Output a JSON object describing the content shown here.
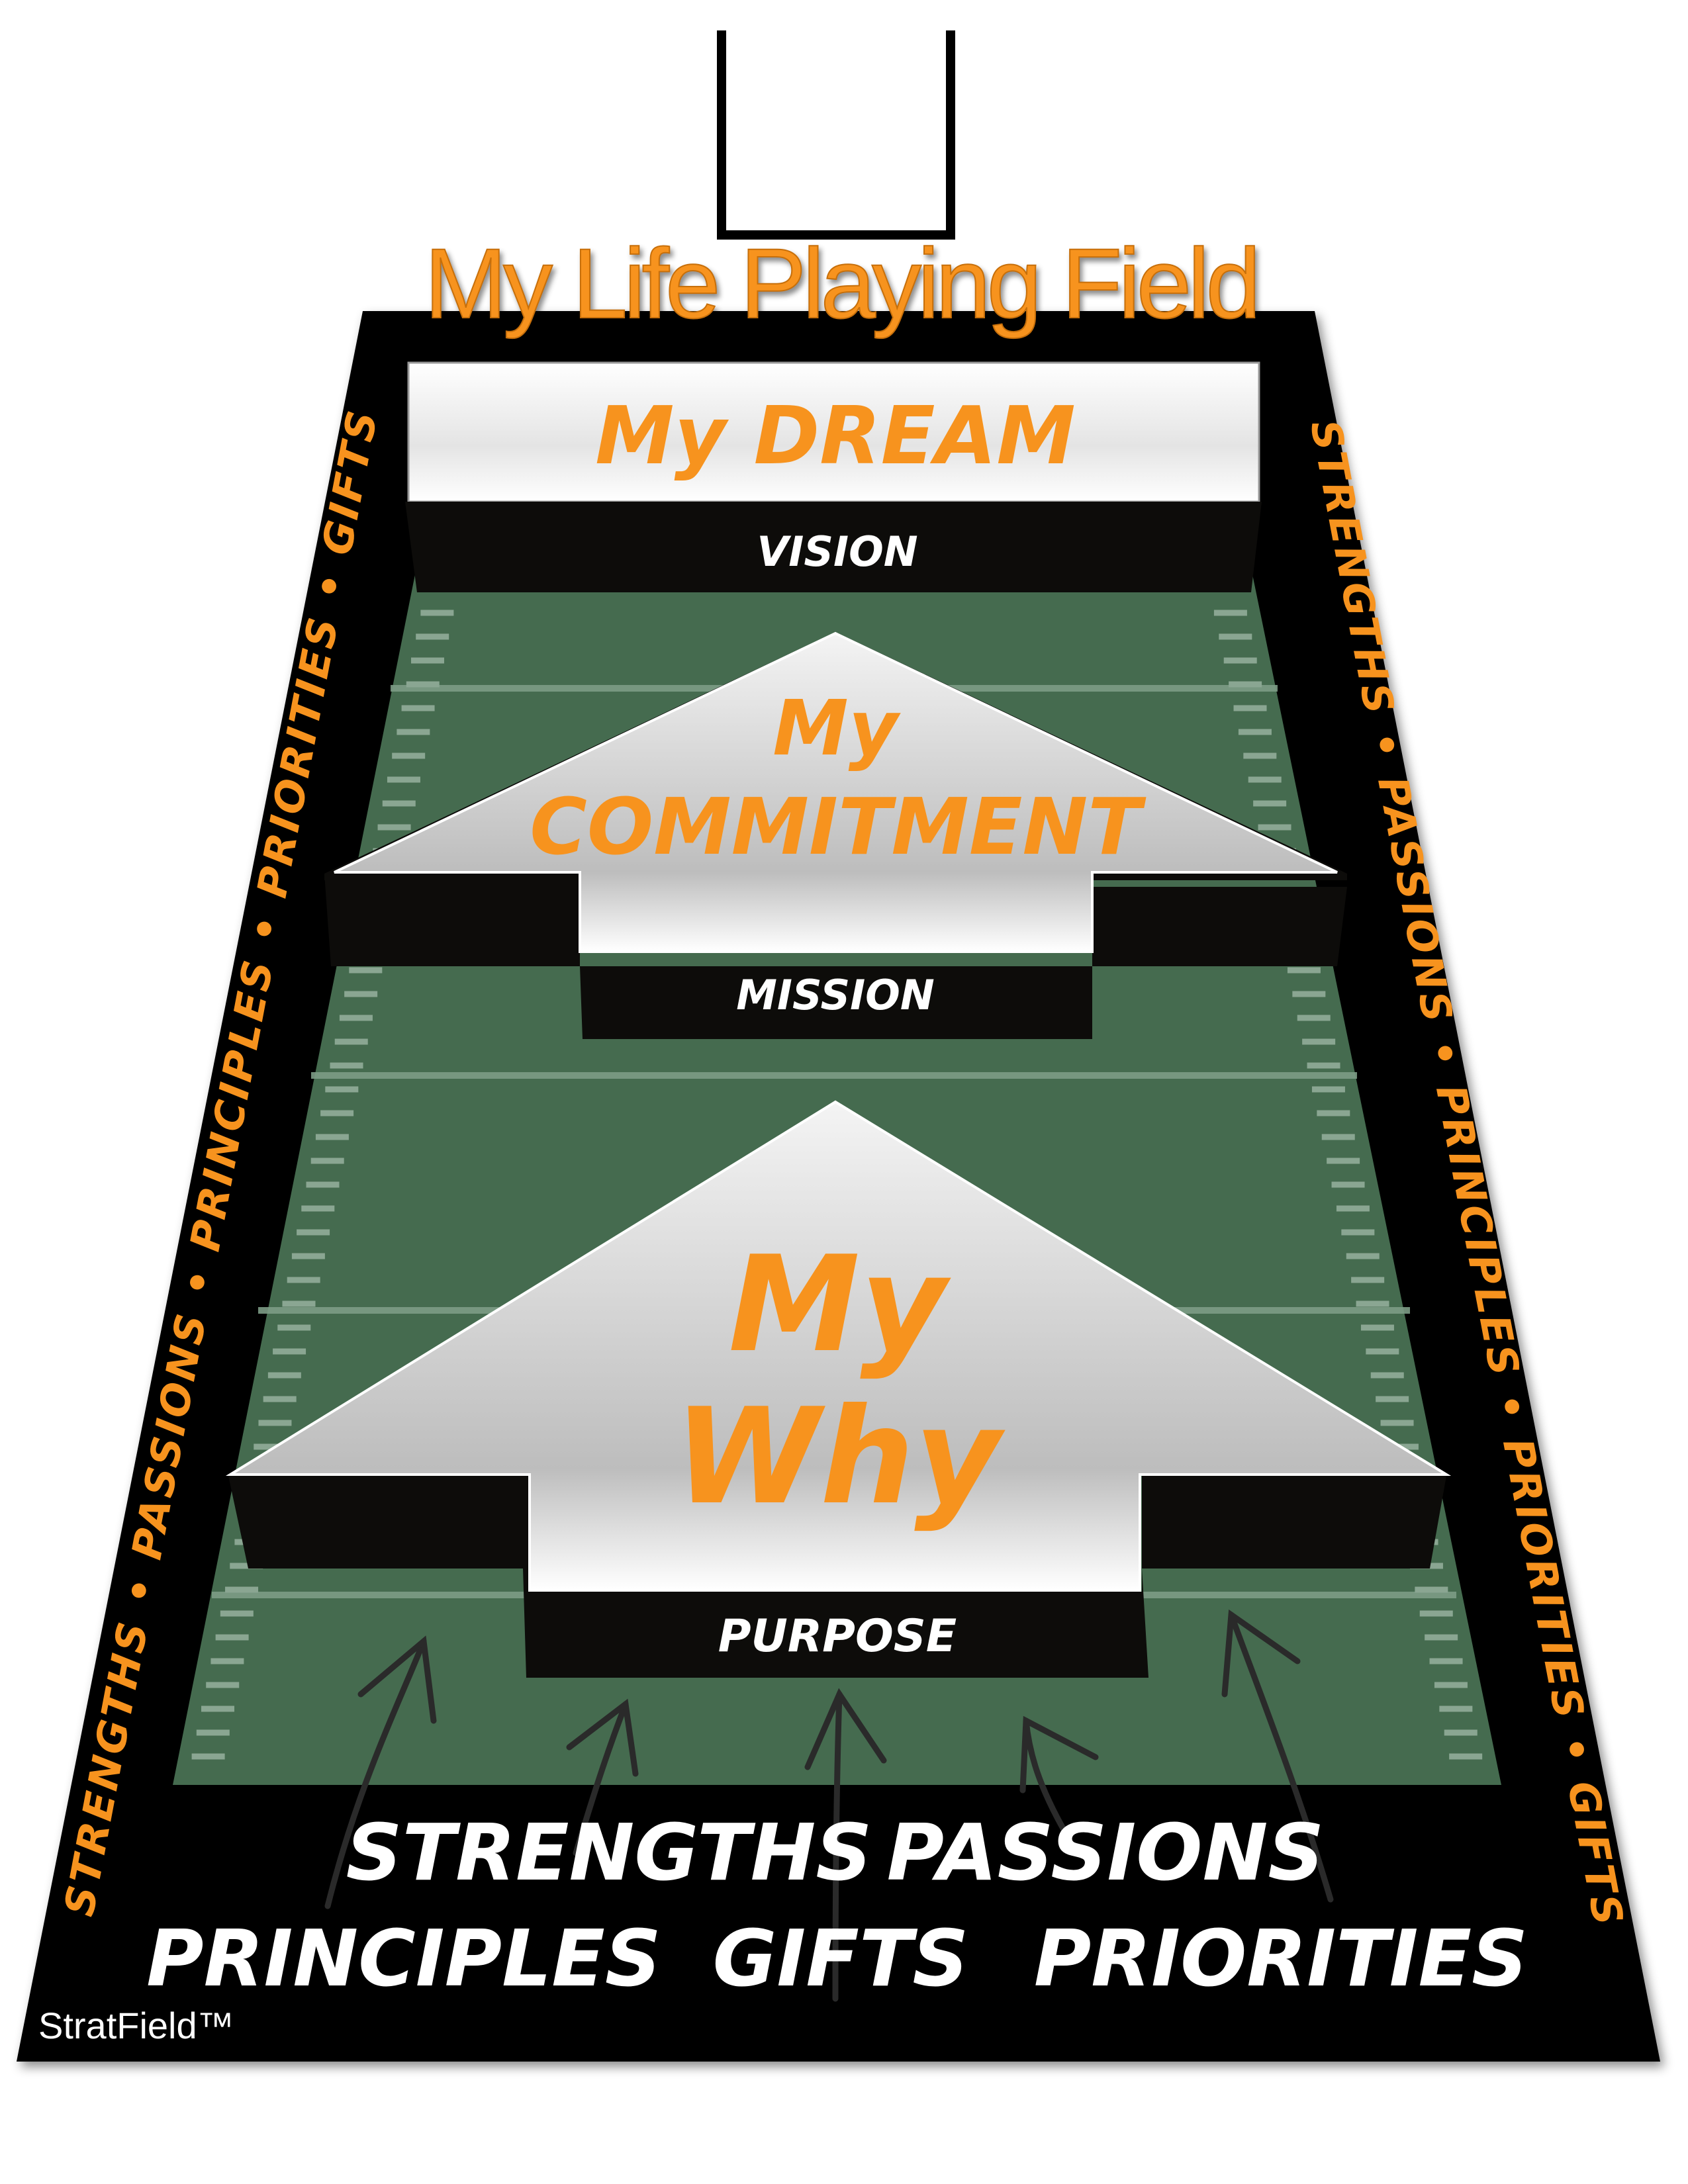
{
  "title": "My Life Playing Field",
  "dream": {
    "label": "My DREAM",
    "sub": "VISION"
  },
  "commitment": {
    "line1": "My",
    "line2": "COMMITMENT",
    "sub": "MISSION"
  },
  "why": {
    "line1": "My",
    "line2": "Why",
    "sub": "PURPOSE"
  },
  "side_text": "STRENGTHS • PASSIONS • PRINCIPLES • PRIORITIES • GIFTS",
  "foundation": {
    "row1": [
      "STRENGTHS",
      "PASSIONS"
    ],
    "row2": [
      "PRINCIPLES",
      "GIFTS",
      "PRIORITIES"
    ]
  },
  "brand": "StratField™",
  "colors": {
    "accent": "#f7931e",
    "field": "#456b4f",
    "border": "#000000"
  }
}
